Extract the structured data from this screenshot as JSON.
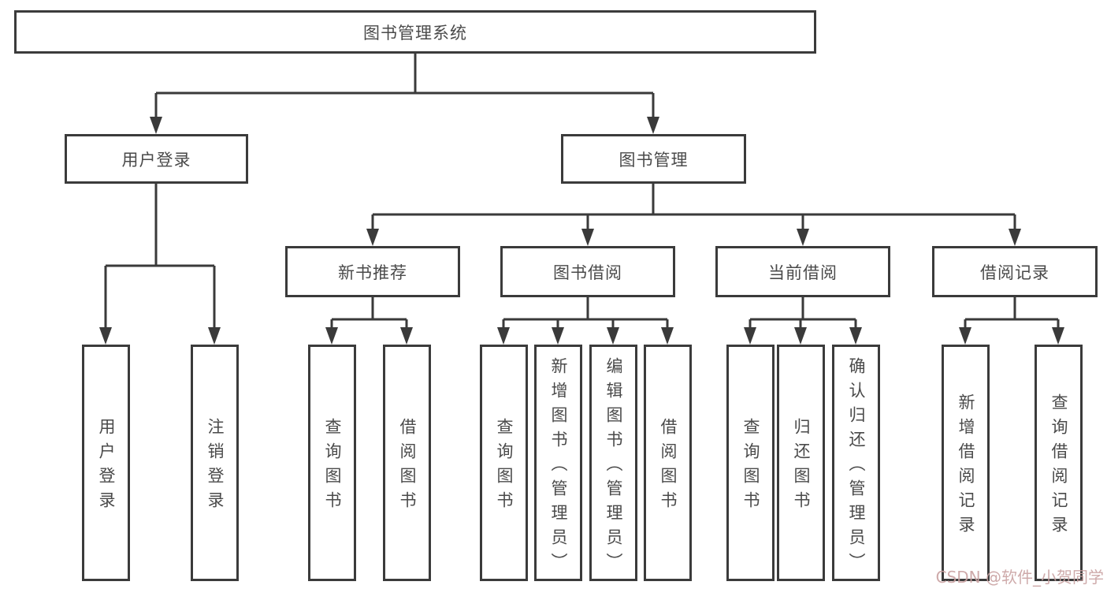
{
  "tree": {
    "root": "图书管理系统",
    "branches": [
      {
        "label": "用户登录",
        "children": [
          "用户登录",
          "注销登录"
        ]
      },
      {
        "label": "图书管理",
        "sections": [
          {
            "label": "新书推荐",
            "children": [
              "查询图书",
              "借阅图书"
            ]
          },
          {
            "label": "图书借阅",
            "children": [
              "查询图书",
              "新增图书（管理员）",
              "编辑图书（管理员）",
              "借阅图书"
            ]
          },
          {
            "label": "当前借阅",
            "children": [
              "查询图书",
              "归还图书",
              "确认归还（管理员）"
            ]
          },
          {
            "label": "借阅记录",
            "children": [
              "新增借阅记录",
              "查询借阅记录"
            ]
          }
        ]
      }
    ]
  },
  "watermark": "CSDN @软件_小贺同学",
  "colors": {
    "line": "#3a3a3a",
    "box-border": "#3b3b3b",
    "text": "#4a4a4a",
    "watermark": "#c9a1a1",
    "background": "#ffffff"
  }
}
